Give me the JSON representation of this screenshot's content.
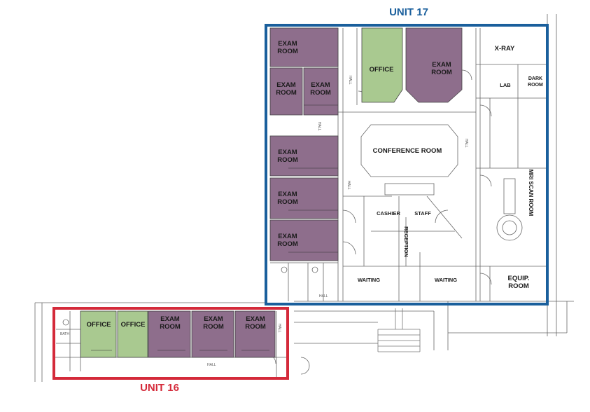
{
  "colors": {
    "exam": "#8e6e8c",
    "office": "#a9c990",
    "unit17": "#1a5f9c",
    "unit16": "#d42a3a",
    "line": "#555555"
  },
  "units": [
    {
      "id": "unit17",
      "title": "UNIT 17"
    },
    {
      "id": "unit16",
      "title": "UNIT 16"
    }
  ],
  "rooms": {
    "exam_label": [
      "EXAM",
      "ROOM"
    ],
    "office": "OFFICE",
    "xray": "X-RAY",
    "dark_room": [
      "DARK",
      "ROOM"
    ],
    "lab": "LAB",
    "conference": "CONFERENCE ROOM",
    "cashier": "CASHIER",
    "staff": "STAFF",
    "reception": "RECEPTION",
    "waiting": "WAITING",
    "mri": "MRI SCAN ROOM",
    "equip": [
      "EQUIP.",
      "ROOM"
    ],
    "hall": "HALL",
    "bath": "BATH"
  }
}
